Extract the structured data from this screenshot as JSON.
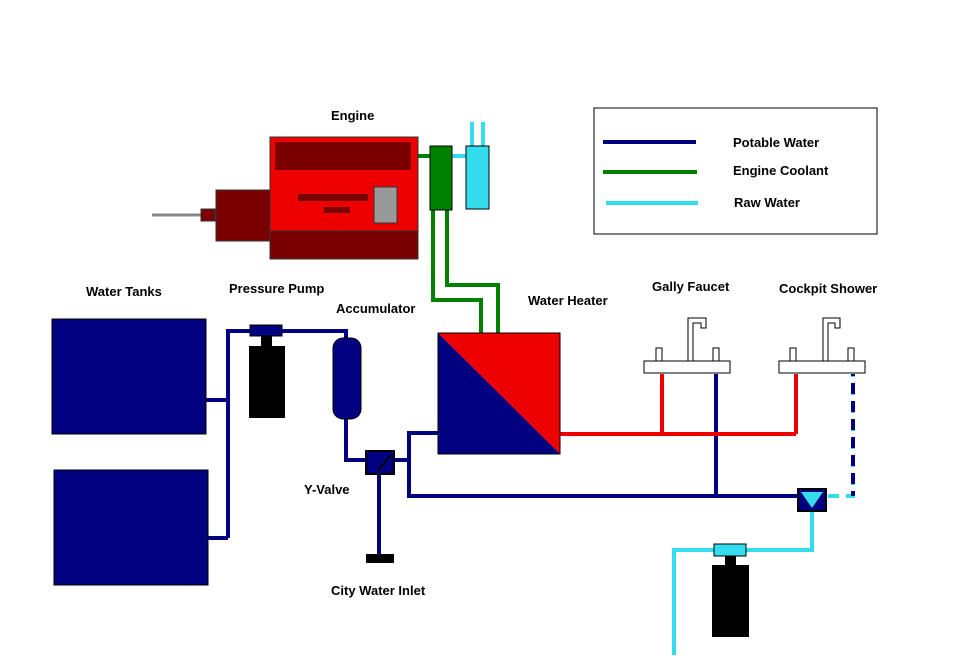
{
  "labels": {
    "engine": "Engine",
    "water_tanks": "Water Tanks",
    "pressure_pump": "Pressure Pump",
    "accumulator": "Accumulator",
    "water_heater": "Water Heater",
    "galley_faucet": "Gally Faucet",
    "cockpit_shower": "Cockpit Shower",
    "y_valve": "Y-Valve",
    "city_water_inlet": "City Water Inlet"
  },
  "legend": {
    "potable": "Potable Water",
    "coolant": "Engine Coolant",
    "raw": "Raw Water"
  },
  "colors": {
    "potable_water": "#000080",
    "engine_coolant": "#008000",
    "raw_water": "#33ddee",
    "hot_water": "#ee0000",
    "engine_body": "#ee0000",
    "engine_dark": "#7a0000",
    "component_black": "#000000"
  }
}
